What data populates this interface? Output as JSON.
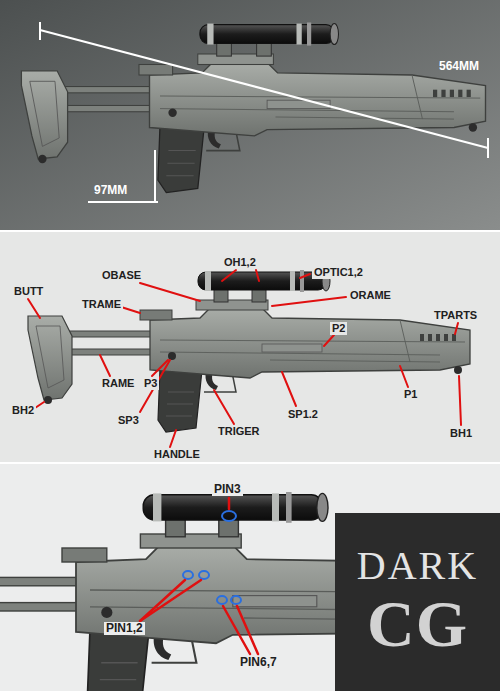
{
  "diagram": {
    "nodes": [
      {
        "text": [
          "DARK",
          "CG"
        ]
      }
    ],
    "labels": [
      "564MM",
      "97MM",
      "BUTT",
      "OBASE",
      "OH1,2",
      "OPTIC1,2",
      "ORAME",
      "TPARTS",
      "TRAME",
      "RAME",
      "P3",
      "P2",
      "P1",
      "BH2",
      "SP3",
      "SP1.2",
      "TRIGER",
      "HANDLE",
      "BH1",
      "PIN3",
      "PIN1,2",
      "PIN6,7"
    ]
  }
}
